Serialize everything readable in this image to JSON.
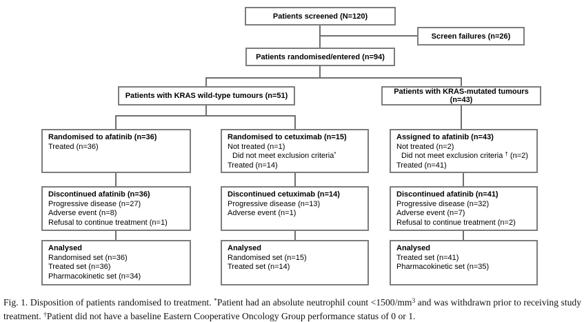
{
  "colors": {
    "border": "#7c7c7c",
    "line": "#6e6e6e",
    "text": "#000000",
    "background": "#ffffff"
  },
  "flowchart": {
    "screened": {
      "label": "Patients screened (N=120)"
    },
    "screen_failures": {
      "label": "Screen failures (n=26)"
    },
    "randomised": {
      "label": "Patients randomised/entered (n=94)"
    },
    "kras_wildtype": {
      "label": "Patients with KRAS wild-type tumours (n=51)"
    },
    "kras_mutated": {
      "label": "Patients with KRAS-mutated tumours (n=43)"
    },
    "col1": {
      "assign": {
        "title": "Randomised to afatinib (n=36)",
        "lines": [
          "Treated (n=36)"
        ]
      },
      "discontinued": {
        "title": "Discontinued afatinib (n=36)",
        "lines": [
          "Progressive disease (n=27)",
          "Adverse event (n=8)",
          "Refusal to continue treatment (n=1)"
        ]
      },
      "analysed": {
        "title": "Analysed",
        "lines": [
          "Randomised set (n=36)",
          "Treated set (n=36)",
          "Pharmacokinetic set (n=34)"
        ]
      }
    },
    "col2": {
      "assign": {
        "title": "Randomised to cetuximab (n=15)",
        "line1": "Not treated (n=1)",
        "excl_text": "Did not meet exclusion criteria",
        "excl_sup": "*",
        "excl_suffix": "",
        "line3": "Treated (n=14)"
      },
      "discontinued": {
        "title": "Discontinued cetuximab (n=14)",
        "lines": [
          "Progressive disease (n=13)",
          "Adverse event (n=1)"
        ]
      },
      "analysed": {
        "title": "Analysed",
        "lines": [
          "Randomised set (n=15)",
          "Treated set (n=14)"
        ]
      }
    },
    "col3": {
      "assign": {
        "title": "Assigned to afatinib (n=43)",
        "line1": "Not treated (n=2)",
        "excl_text": "Did not meet exclusion criteria ",
        "excl_sup": "†",
        "excl_suffix": " (n=2)",
        "line3": "Treated (n=41)"
      },
      "discontinued": {
        "title": "Discontinued afatinib (n=41)",
        "lines": [
          "Progressive disease (n=32)",
          "Adverse event (n=7)",
          "Refusal to continue treatment (n=2)"
        ]
      },
      "analysed": {
        "title": "Analysed",
        "lines": [
          "Treated set (n=41)",
          "Pharmacokinetic set (n=35)"
        ]
      }
    }
  },
  "caption": {
    "seg1": "Fig. 1. Disposition of patients randomised to treatment. ",
    "sup1": "*",
    "seg2": "Patient had an absolute neutrophil count <1500/mm",
    "sup2": "3",
    "seg3": " and was withdrawn prior to receiving study treatment. ",
    "sup3": "†",
    "seg4": "Patient did not have a baseline Eastern Cooperative Oncology Group performance status of 0 or 1."
  }
}
